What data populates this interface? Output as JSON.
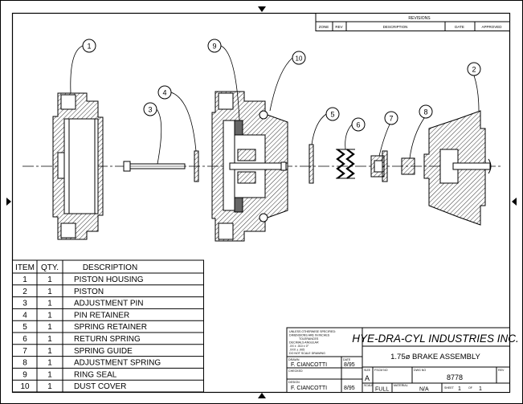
{
  "revisions": {
    "title": "REVISIONS",
    "headers": [
      "ZONE",
      "REV",
      "DESCRIPTION",
      "DATE",
      "APPROVED"
    ]
  },
  "balloons": [
    "1",
    "2",
    "3",
    "4",
    "5",
    "6",
    "7",
    "8",
    "9",
    "10"
  ],
  "bom": {
    "headers": [
      "ITEM",
      "QTY.",
      "DESCRIPTION"
    ],
    "rows": [
      {
        "item": "1",
        "qty": "1",
        "desc": "PISTON HOUSING"
      },
      {
        "item": "2",
        "qty": "1",
        "desc": "PISTON"
      },
      {
        "item": "3",
        "qty": "1",
        "desc": "ADJUSTMENT PIN"
      },
      {
        "item": "4",
        "qty": "1",
        "desc": "PIN RETAINER"
      },
      {
        "item": "5",
        "qty": "1",
        "desc": "SPRING RETAINER"
      },
      {
        "item": "6",
        "qty": "1",
        "desc": "RETURN SPRING"
      },
      {
        "item": "7",
        "qty": "1",
        "desc": "SPRING GUIDE"
      },
      {
        "item": "8",
        "qty": "1",
        "desc": "ADJUSTMENT SPRING"
      },
      {
        "item": "9",
        "qty": "1",
        "desc": "RING SEAL"
      },
      {
        "item": "10",
        "qty": "1",
        "desc": "DUST COVER"
      }
    ]
  },
  "title_block": {
    "tolerances": [
      "UNLESS OTHERWISE SPECIFIED:",
      "DIMENSIONS ARE IN INCHES",
      "TOLERANCES",
      "DECIMALS      ANGULAR",
      ".XX  ±  .010        ±  0°",
      ".XXX  ±  .005",
      "DO NOT SCALE DRAWING"
    ],
    "company": "HYE-DRA-CYL INDUSTRIES INC.",
    "title": "1.75ø BRAKE ASSEMBLY",
    "drawn_label": "DRAWN",
    "drawn_by": "F. CIANCOTTI",
    "drawn_date_label": "DATE",
    "drawn_date": "8/95",
    "checked_label": "CHECKED",
    "design_label": "DESIGN",
    "design_by": "F. CIANCOTTI",
    "design_date": "8/95",
    "size_label": "SIZE",
    "size": "A",
    "fscm_label": "FSCM NO",
    "dwg_label": "DWG NO",
    "dwg_no": "8778",
    "rev_label": "REV",
    "scale_label": "SCALE",
    "scale": "FULL",
    "material_label": "MATERIAL",
    "material": "N/A",
    "sheet_label": "SHEET",
    "sheet_no": "1",
    "of_label": "OF",
    "sheet_total": "1"
  }
}
